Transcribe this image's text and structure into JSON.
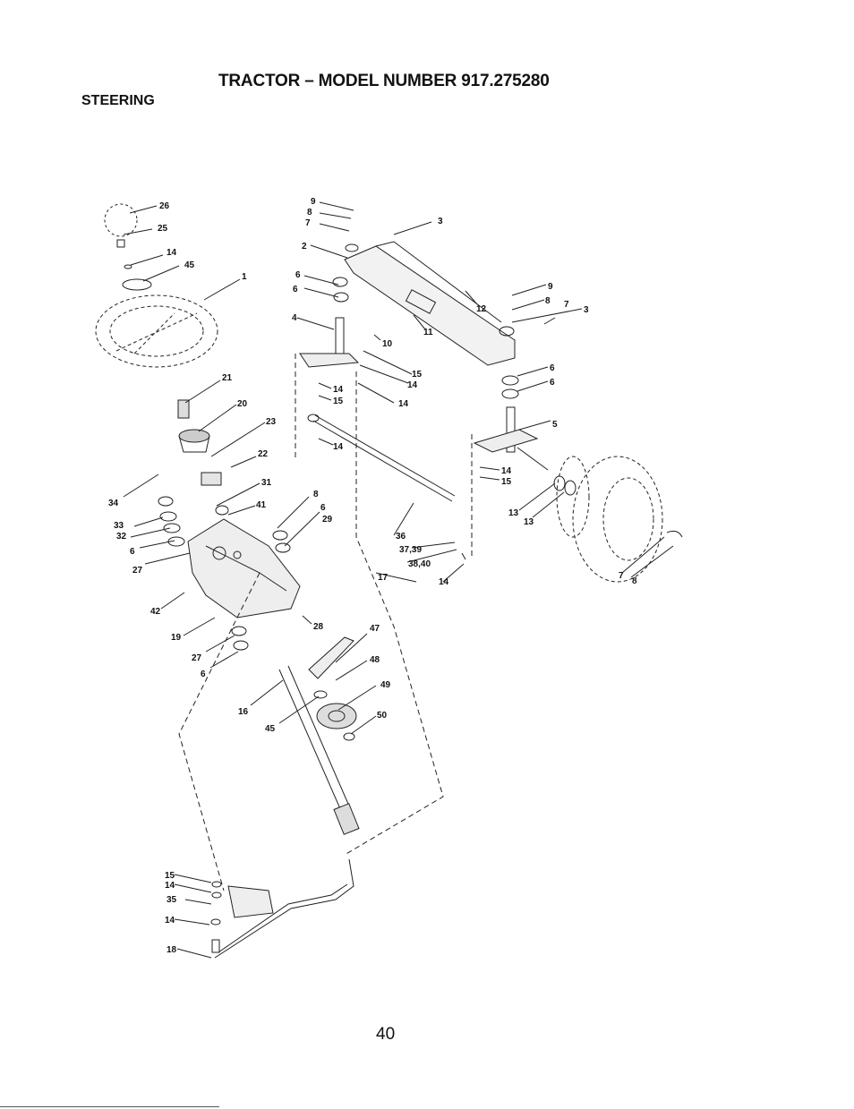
{
  "header": {
    "title": "TRACTOR – MODEL NUMBER 917.275280",
    "section": "STEERING"
  },
  "callouts": {
    "c26": "26",
    "c25": "25",
    "c14a": "14",
    "c45a": "45",
    "c1": "1",
    "c21": "21",
    "c20": "20",
    "c23": "23",
    "c22": "22",
    "c31": "31",
    "c34": "34",
    "c41": "41",
    "c8a": "8",
    "c6a": "6",
    "c29": "29",
    "c33": "33",
    "c32": "32",
    "c6b": "6",
    "c27a": "27",
    "c42": "42",
    "c28": "28",
    "c19": "19",
    "c27b": "27",
    "c6c": "6",
    "c16": "16",
    "c45b": "45",
    "c47": "47",
    "c48": "48",
    "c49": "49",
    "c50": "50",
    "c9a": "9",
    "c8b": "8",
    "c7a": "7",
    "c3a": "3",
    "c2": "2",
    "c6d": "6",
    "c6e": "6",
    "c4": "4",
    "c12": "12",
    "c11": "11",
    "c10": "10",
    "c15a": "15",
    "c14b": "14",
    "c14c": "14",
    "c15b": "15",
    "c14d": "14",
    "c14e": "14",
    "c9b": "9",
    "c8c": "8",
    "c7b": "7",
    "c3b": "3",
    "c6f": "6",
    "c6g": "6",
    "c5": "5",
    "c14f": "14",
    "c15c": "15",
    "c13a": "13",
    "c13b": "13",
    "c7c": "7",
    "c8d": "8",
    "c36": "36",
    "c3739": "37,39",
    "c3840": "38,40",
    "c17": "17",
    "c14g": "14",
    "c15d": "15",
    "c14h": "14",
    "c35": "35",
    "c14i": "14",
    "c18": "18"
  },
  "footer": {
    "page_number": "40"
  }
}
